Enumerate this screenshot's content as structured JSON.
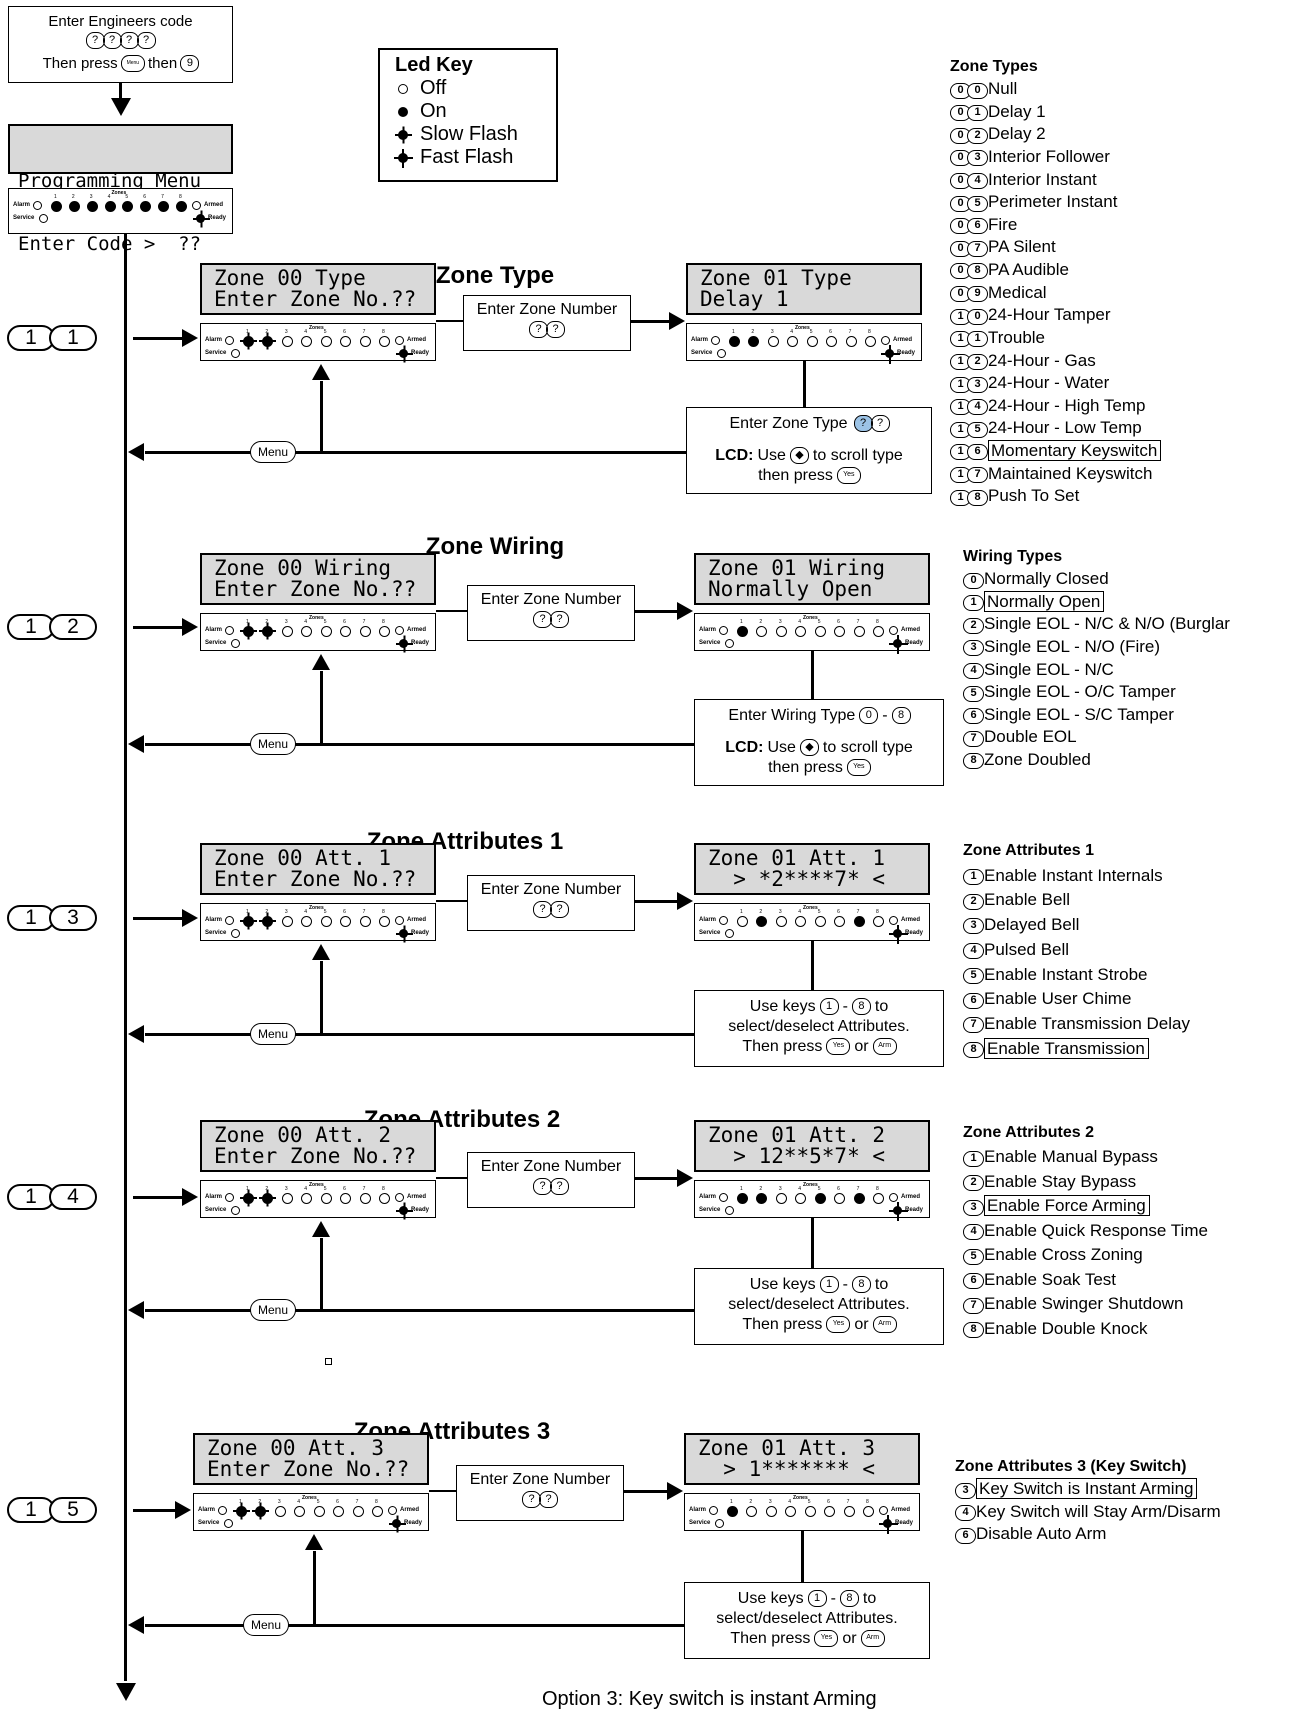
{
  "start": {
    "line1": "Enter Engineers code",
    "line2_prefix": "Then press",
    "line2_mid": "then",
    "menu_key": "Menu",
    "nine_key": "9",
    "qmark": "?"
  },
  "prog_lcd": {
    "line1": "Programming Menu",
    "line2": "Enter Code >  ??"
  },
  "keypad": {
    "alarm": "Alarm",
    "service": "Service",
    "armed": "Armed",
    "ready": "Ready",
    "zones": "Zones"
  },
  "led_key": {
    "title": "Led Key",
    "items": [
      "Off",
      "On",
      "Slow Flash",
      "Fast Flash"
    ]
  },
  "common": {
    "enter_zone_number": "Enter Zone Number",
    "menu": "Menu",
    "yes": "Yes",
    "arm": "Arm",
    "lcd_bold": "LCD:",
    "use": "Use",
    "to_scroll_type": "to scroll type",
    "then_press": "then press",
    "use_keys": "Use keys",
    "to": "to",
    "select_deselect": "select/deselect Attributes.",
    "then_press_cap": "Then press",
    "or": "or",
    "dash": "-"
  },
  "sections": [
    {
      "key1": "1",
      "key2": "1",
      "title": "Zone Type",
      "lcd_a": [
        "Zone 00 Type",
        "Enter Zone No.??"
      ],
      "lcd_b": [
        "Zone 01 Type",
        "Delay 1"
      ],
      "instr_line1": "Enter Zone Type"
    },
    {
      "key1": "1",
      "key2": "2",
      "title": "Zone Wiring",
      "lcd_a": [
        "Zone 00 Wiring",
        "Enter Zone No.??"
      ],
      "lcd_b": [
        "Zone 01 Wiring",
        "Normally Open"
      ],
      "instr_line1": "Enter Wiring Type",
      "range_from": "0",
      "range_to": "8"
    },
    {
      "key1": "1",
      "key2": "3",
      "title": "Zone Attributes 1",
      "lcd_a": [
        "Zone 00 Att. 1",
        "Enter Zone No.??"
      ],
      "lcd_b": [
        "Zone 01 Att. 1",
        "  > *2****7* <"
      ]
    },
    {
      "key1": "1",
      "key2": "4",
      "title": "Zone Attributes 2",
      "lcd_a": [
        "Zone 00 Att. 2",
        "Enter Zone No.??"
      ],
      "lcd_b": [
        "Zone 01 Att. 2",
        "  > 12**5*7* <"
      ]
    },
    {
      "key1": "1",
      "key2": "5",
      "title": "Zone Attributes 3",
      "lcd_a": [
        "Zone 00 Att. 3",
        "Enter Zone No.??"
      ],
      "lcd_b": [
        "Zone 01 Att. 3",
        "  > 1******* <"
      ]
    }
  ],
  "zone_types": {
    "heading": "Zone Types",
    "items": [
      {
        "code": "00",
        "label": "Null"
      },
      {
        "code": "01",
        "label": "Delay 1"
      },
      {
        "code": "02",
        "label": "Delay 2"
      },
      {
        "code": "03",
        "label": "Interior Follower"
      },
      {
        "code": "04",
        "label": "Interior Instant"
      },
      {
        "code": "05",
        "label": "Perimeter Instant"
      },
      {
        "code": "06",
        "label": "Fire"
      },
      {
        "code": "07",
        "label": "PA Silent"
      },
      {
        "code": "08",
        "label": "PA Audible"
      },
      {
        "code": "09",
        "label": "Medical"
      },
      {
        "code": "10",
        "label": "24-Hour Tamper"
      },
      {
        "code": "11",
        "label": "Trouble"
      },
      {
        "code": "12",
        "label": "24-Hour - Gas"
      },
      {
        "code": "13",
        "label": "24-Hour - Water"
      },
      {
        "code": "14",
        "label": "24-Hour - High Temp"
      },
      {
        "code": "15",
        "label": "24-Hour - Low Temp"
      },
      {
        "code": "16",
        "label": "Momentary Keyswitch",
        "boxed": true
      },
      {
        "code": "17",
        "label": "Maintained Keyswitch"
      },
      {
        "code": "18",
        "label": "Push To Set"
      }
    ]
  },
  "wiring_types": {
    "heading": "Wiring Types",
    "items": [
      {
        "code": "0",
        "label": "Normally Closed"
      },
      {
        "code": "1",
        "label": "Normally Open",
        "boxed": true
      },
      {
        "code": "2",
        "label": "Single EOL - N/C & N/O (Burglar"
      },
      {
        "code": "3",
        "label": "Single EOL - N/O (Fire)"
      },
      {
        "code": "4",
        "label": "Single EOL - N/C"
      },
      {
        "code": "5",
        "label": "Single EOL - O/C Tamper"
      },
      {
        "code": "6",
        "label": "Single EOL - S/C Tamper"
      },
      {
        "code": "7",
        "label": "Double EOL"
      },
      {
        "code": "8",
        "label": "Zone Doubled"
      }
    ]
  },
  "attr1": {
    "heading": "Zone Attributes 1",
    "items": [
      {
        "code": "1",
        "label": "Enable Instant Internals"
      },
      {
        "code": "2",
        "label": "Enable Bell"
      },
      {
        "code": "3",
        "label": "Delayed Bell"
      },
      {
        "code": "4",
        "label": "Pulsed Bell"
      },
      {
        "code": "5",
        "label": "Enable Instant Strobe"
      },
      {
        "code": "6",
        "label": "Enable User Chime"
      },
      {
        "code": "7",
        "label": "Enable Transmission Delay"
      },
      {
        "code": "8",
        "label": "Enable Transmission",
        "boxed": true
      }
    ]
  },
  "attr2": {
    "heading": "Zone Attributes 2",
    "items": [
      {
        "code": "1",
        "label": "Enable Manual Bypass"
      },
      {
        "code": "2",
        "label": "Enable Stay Bypass"
      },
      {
        "code": "3",
        "label": "Enable Force Arming",
        "boxed": true
      },
      {
        "code": "4",
        "label": "Enable Quick Response Time"
      },
      {
        "code": "5",
        "label": "Enable Cross Zoning"
      },
      {
        "code": "6",
        "label": "Enable Soak Test"
      },
      {
        "code": "7",
        "label": "Enable Swinger Shutdown"
      },
      {
        "code": "8",
        "label": "Enable Double Knock"
      }
    ]
  },
  "attr3": {
    "heading": "Zone Attributes 3 (Key Switch)",
    "items": [
      {
        "code": "3",
        "label": "Key Switch is Instant Arming",
        "boxed": true
      },
      {
        "code": "4",
        "label": "Key Switch will Stay Arm/Disarm"
      },
      {
        "code": "6",
        "label": "Disable Auto Arm"
      }
    ]
  },
  "caption": "Option 3: Key switch is instant Arming"
}
